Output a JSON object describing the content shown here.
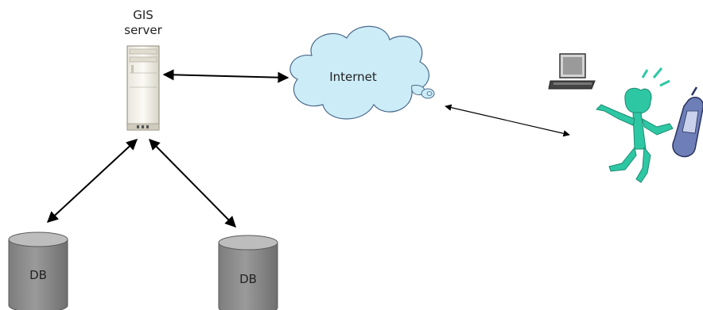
{
  "server": {
    "label_line1": "GIS",
    "label_line2": "server"
  },
  "cloud": {
    "label": "Internet",
    "fill": "#ccecf8",
    "stroke": "#4a6a8a"
  },
  "databases": [
    {
      "label": "DB"
    },
    {
      "label": "DB"
    }
  ],
  "colors": {
    "db_fill": "#8a8a8a",
    "db_top": "#bdbdbd",
    "person": "#2ec7a4",
    "arrow": "#000000"
  },
  "icons": [
    "server-icon",
    "cloud-icon",
    "database-icon",
    "laptop-icon",
    "person-icon",
    "mobile-phone-icon"
  ]
}
